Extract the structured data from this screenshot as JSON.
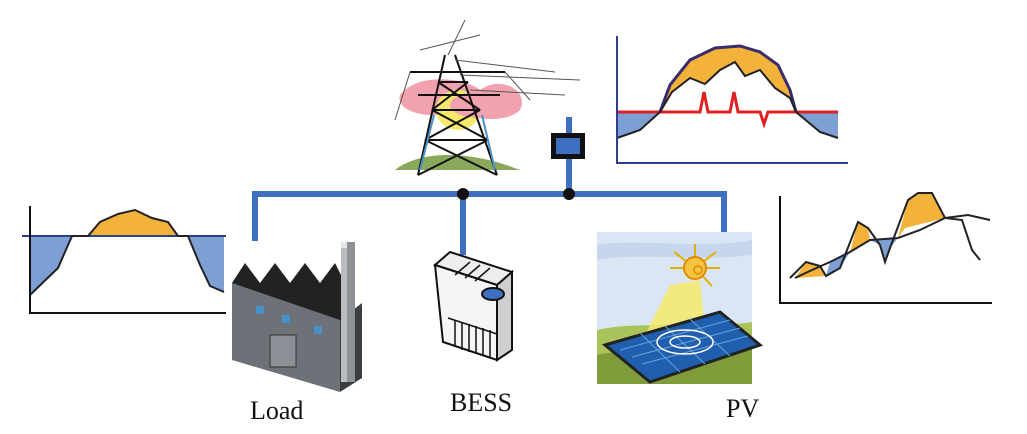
{
  "labels": {
    "load": "Load",
    "bess": "BESS",
    "pv": "PV"
  },
  "icons": {
    "grid": "transmission-tower-icon",
    "meter": "meter-icon",
    "load": "factory-icon",
    "bess": "battery-storage-icon",
    "pv": "solar-panel-icon"
  },
  "colors": {
    "bus": "#3f6fc0",
    "surplus_fill": "#f3b23a",
    "deficit_fill": "#7d9fd3",
    "limit_line": "#e02020",
    "curve": "#222222",
    "axis": "#2c3e8c"
  }
}
